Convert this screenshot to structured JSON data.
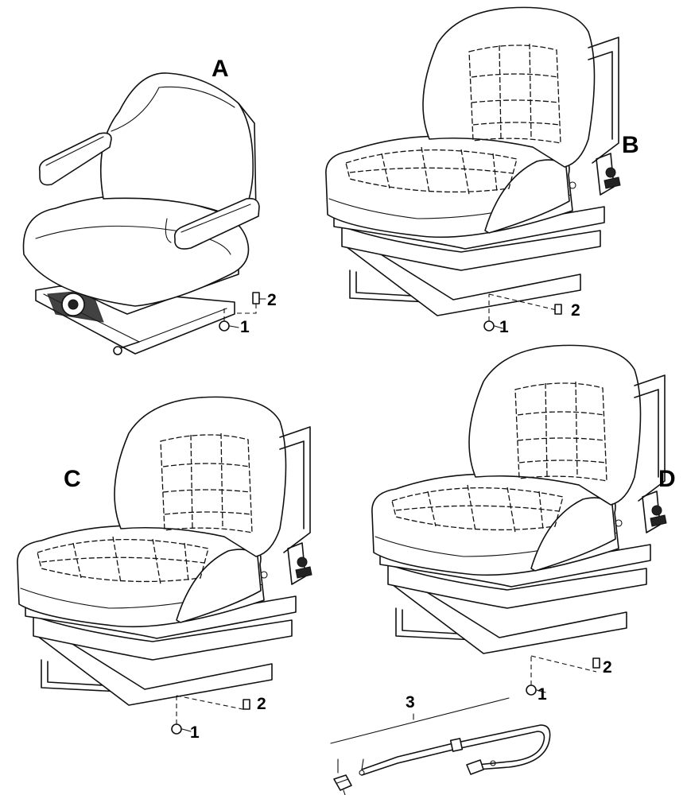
{
  "views": {
    "A": {
      "label": "A",
      "callouts": [
        "1",
        "2"
      ]
    },
    "B": {
      "label": "B",
      "callouts": [
        "1",
        "2"
      ]
    },
    "C": {
      "label": "C",
      "callouts": [
        "1",
        "2"
      ]
    },
    "D": {
      "label": "D",
      "callouts": [
        "1",
        "2"
      ]
    }
  },
  "cable": {
    "label": "3"
  }
}
